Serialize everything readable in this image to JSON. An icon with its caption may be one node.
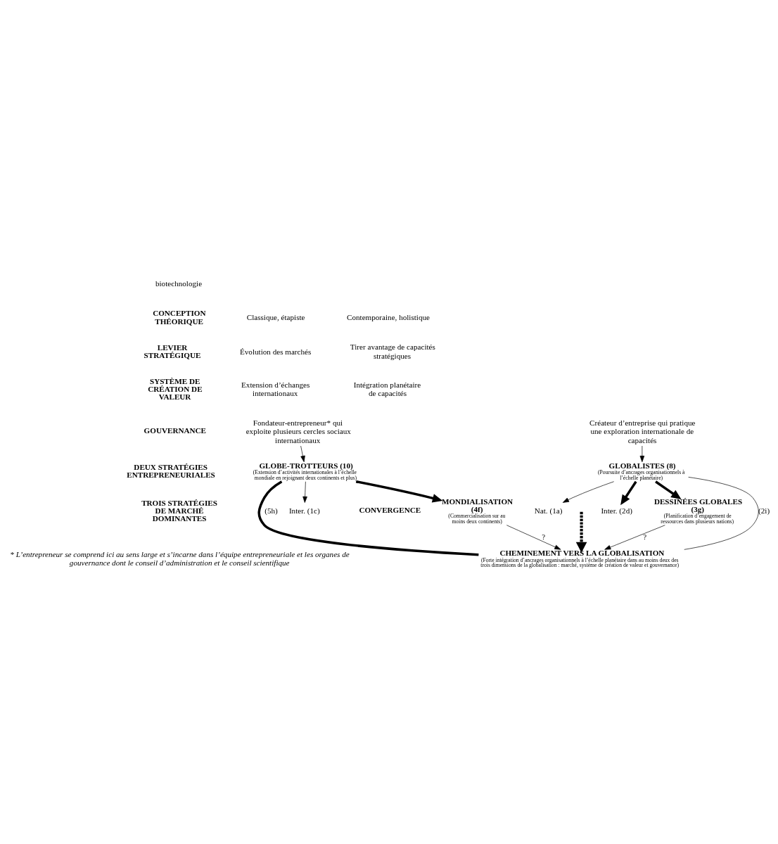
{
  "diagram": {
    "nodes": [
      {
        "text": [
          "Fondateur-entrepreneur* qui exploite plusieurs cercles sociaux internationaux"
        ]
      },
      {
        "text": [
          "Créateur d’entreprise qui pratique une exploration internationale de capacités"
        ]
      },
      {
        "text": [
          "GLOBE-TROTTEURS (10)",
          "(Extension d’activités internationales à l’échelle mondiale en rejoignant deux continents et plus)"
        ]
      },
      {
        "text": [
          "GLOBALISTES (8)",
          "(Poursuite d’ancrages organisationnels à l’échelle planétaire)"
        ]
      },
      {
        "text": [
          "Inter. (1c)"
        ]
      },
      {
        "text": [
          "MONDIALISATION (4f)",
          "(Commercialisation sur au moins deux continents)"
        ]
      },
      {
        "text": [
          "Nat. (1a)"
        ]
      },
      {
        "text": [
          "Inter. (2d)"
        ]
      },
      {
        "text": [
          "DESSINÉES GLOBALES (3g)",
          "(Planification d’engagement de ressources dans plusieurs nations)"
        ]
      },
      {
        "text": [
          "CHEMINEMENT VERS LA GLOBALISATION",
          "(Forte intégration d’ancrages organisationnels à l’échelle planétaire dans au moins deux des trois dimensions de la globalisation : marché, système de création de valeur et gouvernance)"
        ]
      }
    ],
    "edges": [
      {
        "from": 0,
        "to": 2,
        "arrow": "to"
      },
      {
        "from": 1,
        "to": 3,
        "arrow": "to"
      },
      {
        "from": 2,
        "to": 4,
        "arrow": "to"
      },
      {
        "from": 2,
        "to": 5,
        "arrow": "to",
        "style": "thick"
      },
      {
        "from": 2,
        "to": 9,
        "arrow": "none",
        "style": "thick",
        "label": "(5h)"
      },
      {
        "from": 3,
        "to": 6,
        "arrow": "to"
      },
      {
        "from": 3,
        "to": 7,
        "arrow": "to",
        "style": "thick"
      },
      {
        "from": 3,
        "to": 8,
        "arrow": "to",
        "style": "thick"
      },
      {
        "from": 3,
        "to": 9,
        "arrow": "none",
        "label": "(2i)"
      },
      {
        "from": 5,
        "to": 9,
        "arrow": "to",
        "label": "?"
      },
      {
        "from": null,
        "to": 9,
        "arrow": "to",
        "style": "dashed"
      },
      {
        "from": 8,
        "to": 9,
        "arrow": "to",
        "label": "?"
      }
    ],
    "labels": [
      "biotechnologie",
      "CONCEPTION THÉORIQUE",
      "Classique, étapiste",
      "Contemporaine, holistique",
      "LEVIER STRATÉGIQUE",
      "Évolution des marchés",
      "Tirer avantage de capacités stratégiques",
      "SYSTÈME DE CRÉATION DE VALEUR",
      "Extension d’échanges internationaux",
      "Intégration planétaire de capacités",
      "GOUVERNANCE",
      "DEUX STRATÉGIES ENTREPRENEURIALES",
      "CONVERGENCE",
      "TROIS STRATÉGIES DE MARCHÉ DOMINANTES",
      "* L’entrepreneur se comprend ici au sens large et s’incarne dans l’équipe entrepreneuriale et les organes de gouvernance dont le conseil d’administration et le conseil scientifique"
    ]
  }
}
